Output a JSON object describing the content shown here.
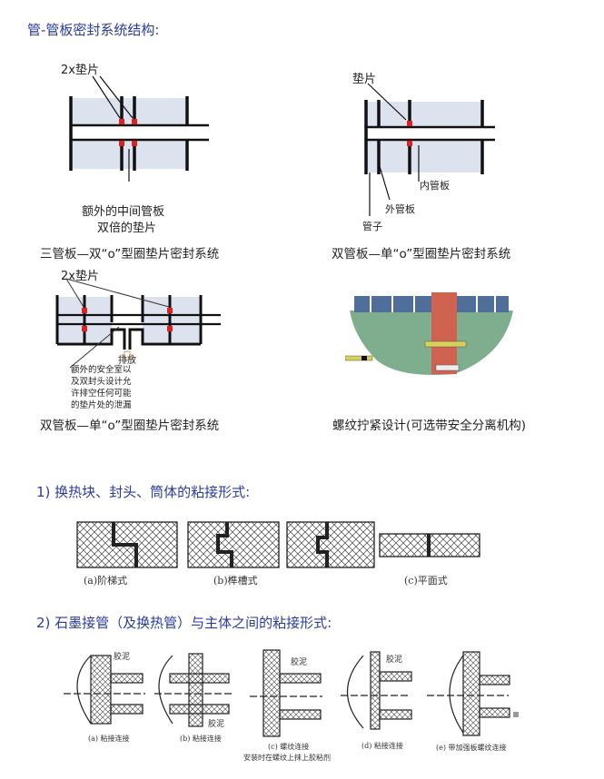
{
  "title": "管-管板密封系统结构:",
  "figures": {
    "fig1": {
      "label_gasket": "2x垫片",
      "note_line1": "额外的中间管板",
      "note_line2": "双倍的垫片",
      "caption": "三管板—双“o”型圈垫片密封系统"
    },
    "fig2": {
      "label_gasket": "垫片",
      "label_inner": "内管板",
      "label_outer": "外管板",
      "label_tube": "管子",
      "caption": "双管板—单“o”型圈垫片密封系统"
    },
    "fig3": {
      "label_gasket": "2x垫片",
      "label_drain": "排放",
      "note": [
        "额外的安全室以",
        "及双封头设计允",
        "许排空任何可能",
        "的垫片处的泄漏"
      ],
      "caption": "双管板—单“o”型圈垫片密封系统"
    },
    "fig4": {
      "caption": "螺纹拧紧设计(可选带安全分离机构)"
    }
  },
  "section1": {
    "heading": "1) 换热块、封头、筒体的粘接形式:",
    "labels": [
      "(a)阶梯式",
      "(b)榫槽式",
      "(c)平面式"
    ]
  },
  "section2": {
    "heading": "2) 石墨接管（及换热管）与主体之间的粘接形式:",
    "glue": "胶泥",
    "labels": [
      "(a) 粘接连接",
      "(b) 粘接连接",
      "(c) 螺纹连接",
      "(d) 粘接连接",
      "(e) 带加强板螺纹连接"
    ],
    "note_c": "安装时在螺纹上抹上胶粘剂"
  },
  "colors": {
    "heading": "#2a3b9b",
    "gasket": "#e02020",
    "plate_fill": "#dde3ee"
  }
}
